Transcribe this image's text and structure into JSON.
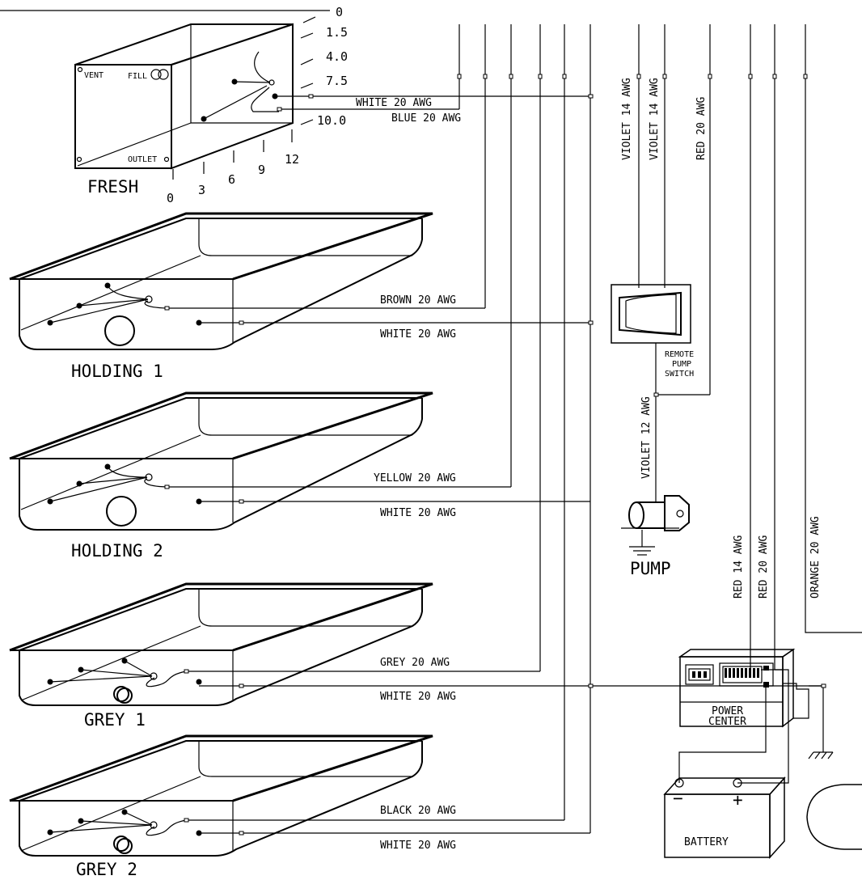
{
  "tanks": {
    "fresh": {
      "title": "FRESH",
      "vent": "VENT",
      "fill": "FILL",
      "outlet": "OUTLET",
      "right_scale": [
        "0",
        "1.5",
        "4.0",
        "7.5",
        "10.0"
      ],
      "bottom_scale": [
        "0",
        "3",
        "6",
        "9",
        "12"
      ]
    },
    "holding1": {
      "title": "HOLDING 1"
    },
    "holding2": {
      "title": "HOLDING 2"
    },
    "grey1": {
      "title": "GREY 1"
    },
    "grey2": {
      "title": "GREY  2"
    }
  },
  "wires": {
    "fresh_sense": "WHITE 20 AWG",
    "fresh_signal": "BLUE 20 AWG",
    "holding1_signal": "BROWN 20 AWG",
    "holding1_sense": "WHITE 20 AWG",
    "holding2_signal": "YELLOW 20 AWG",
    "holding2_sense": "WHITE 20 AWG",
    "grey1_signal": "GREY 20 AWG",
    "grey1_sense": "WHITE 20 AWG",
    "grey2_signal": "BLACK 20 AWG",
    "grey2_sense": "WHITE 20 AWG",
    "violet_a": "VIOLET 14 AWG",
    "violet_b": "VIOLET 14 AWG",
    "red_switch": "RED 20 AWG",
    "violet_pump": "VIOLET 12 AWG",
    "red_power": "RED 14 AWG",
    "red_sense": "RED 20 AWG",
    "orange": "ORANGE 20 AWG"
  },
  "components": {
    "remote_pump_switch": [
      "REMOTE",
      "PUMP",
      "SWITCH"
    ],
    "pump": "PUMP",
    "power_center": [
      "POWER",
      "CENTER"
    ],
    "battery": "BATTERY",
    "battery_neg": "−",
    "battery_pos": "+"
  }
}
